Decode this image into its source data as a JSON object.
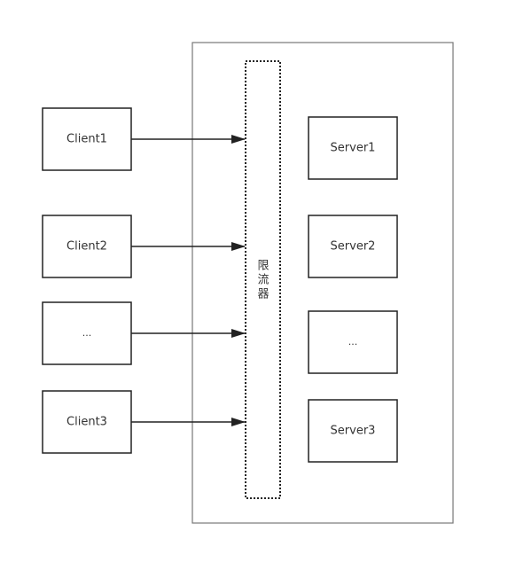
{
  "diagram": {
    "limiter_chars": [
      "限",
      "流",
      "器"
    ],
    "clients": [
      "Client1",
      "Client2",
      "...",
      "Client3"
    ],
    "servers": [
      "Server1",
      "Server2",
      "...",
      "Server3"
    ],
    "colors": {
      "stroke": "#222222",
      "container_stroke": "#777777",
      "text": "#333333"
    }
  }
}
